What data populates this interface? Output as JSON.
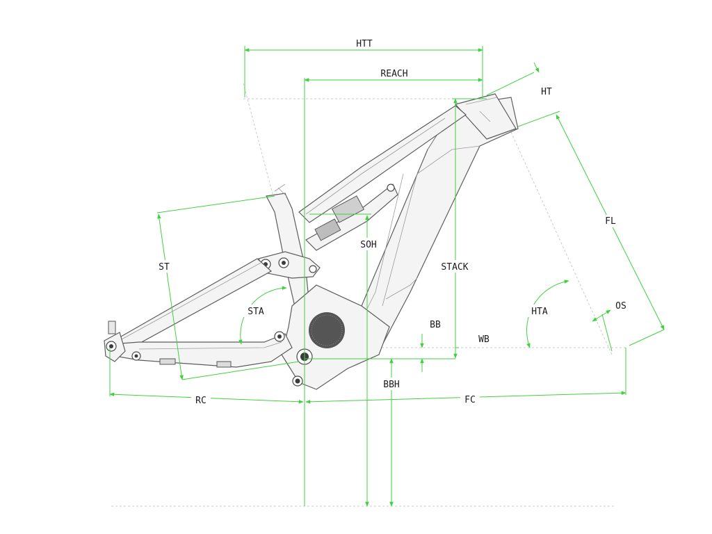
{
  "diagram": {
    "labels": {
      "htt": "HTT",
      "reach": "REACH",
      "ht": "HT",
      "fl": "FL",
      "st": "ST",
      "soh": "SOH",
      "stack": "STACK",
      "sta": "STA",
      "hta": "HTA",
      "os": "OS",
      "bb": "BB",
      "wb": "WB",
      "bbh": "BBH",
      "rc": "RC",
      "fc": "FC"
    },
    "colors": {
      "dimension_lines": "#3fd13f",
      "frame_lines": "#6b6b6b",
      "guide_lines": "#c8c8c8",
      "label_text": "#1a1a1a"
    }
  }
}
